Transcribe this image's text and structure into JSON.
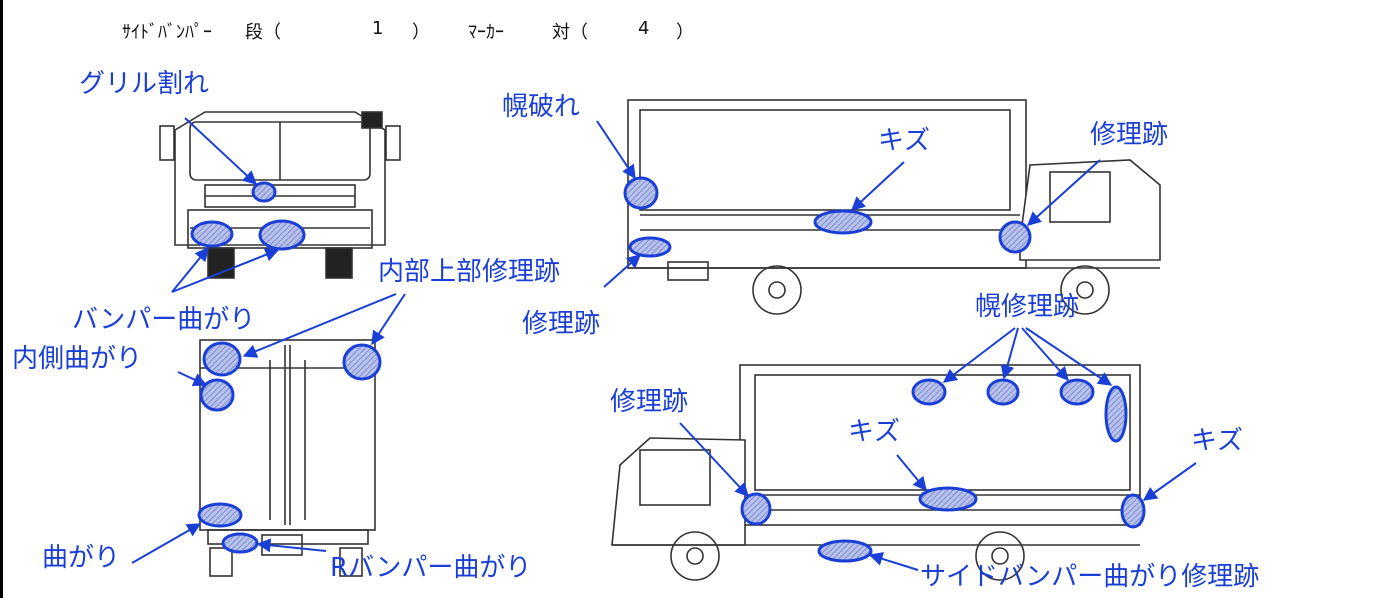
{
  "header": {
    "side_bumper_label": "ｻｲﾄﾞﾊﾞﾝﾊﾟｰ",
    "stage_label": "段（",
    "stage_value": "1",
    "close1": "）",
    "marker_label": "ﾏｰｶｰ",
    "pair_label": "対（",
    "pair_value": "4",
    "close2": "）"
  },
  "labels": {
    "grille": "グリル割れ",
    "front_bumper": "バンパー曲がり",
    "inner_bend": "内側曲がり",
    "inner_top_repair": "内部上部修理跡",
    "rear_bend": "曲がり",
    "r_bumper": "Rバンパー曲がり",
    "canopy_tear": "幌破れ",
    "scratch_right": "キズ",
    "repair_right_cab": "修理跡",
    "repair_right_rear": "修理跡",
    "canopy_repair": "幌修理跡",
    "repair_left_cab": "修理跡",
    "scratch_left_mid": "キズ",
    "scratch_left_rear": "キズ",
    "side_bumper_repair": "サイドバンパー曲がり修理跡"
  },
  "colors": {
    "accent": "#1a3fd6",
    "mark_fill": "#8a9ad8",
    "line": "#333333"
  }
}
